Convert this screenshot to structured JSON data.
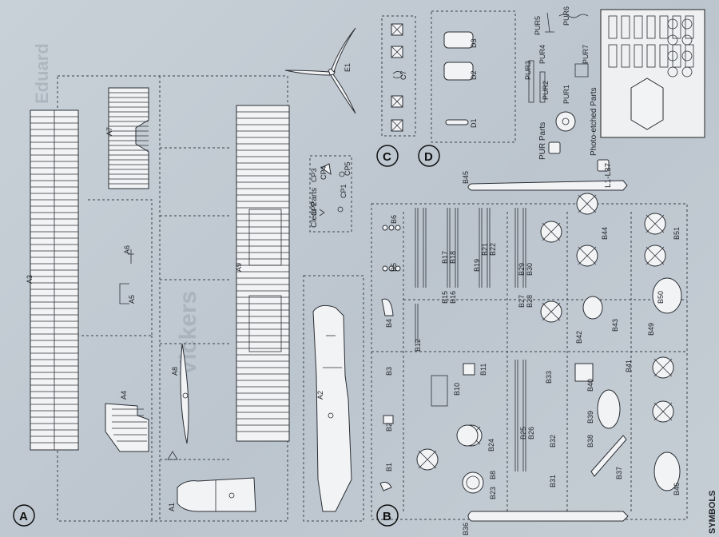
{
  "sprue_letters": {
    "a": "A",
    "b": "B",
    "c": "C",
    "d": "D"
  },
  "clear_parts_title": "Clear Parts",
  "pur_parts_title": "PUR Parts",
  "pe_parts_title": "Photo-etched Parts",
  "pe_code": "L1-L37",
  "symbols_label": "SYMBOLS",
  "labels": {
    "A1": "A1",
    "A2": "A2",
    "A3": "A3",
    "A4": "A4",
    "A5": "A5",
    "A6": "A6",
    "A7": "A7",
    "A8": "A8",
    "A9": "A9",
    "E1": "E1",
    "C7": "C7",
    "D1": "D1",
    "D2": "D2",
    "D3": "D3",
    "CP1": "CP1",
    "CP2": "CP2",
    "CP3": "CP3",
    "CP4": "CP4",
    "CP5": "CP5",
    "B1": "B1",
    "B2": "B2",
    "B3": "B3",
    "B4": "B4",
    "B5": "B5",
    "B6": "B6",
    "B8": "B8",
    "B10": "B10",
    "B11": "B11",
    "B12": "B12",
    "B15": "B15",
    "B16": "B16",
    "B17": "B17",
    "B18": "B18",
    "B19": "B19",
    "B21": "B21",
    "B22": "B22",
    "B23": "B23",
    "B24": "B24",
    "B25": "B25",
    "B26": "B26",
    "B27": "B27",
    "B28": "B28",
    "B29": "B29",
    "B30": "B30",
    "B31": "B31",
    "B32": "B32",
    "B33": "B33",
    "B36": "B36",
    "B37": "B37",
    "B38": "B38",
    "B39": "B39",
    "B40": "B40",
    "B41": "B41",
    "B42": "B42",
    "B43": "B43",
    "B44": "B44",
    "B45": "B45",
    "B46": "B46",
    "B49": "B49",
    "B50": "B50",
    "B51": "B51",
    "PUR1": "PUR1",
    "PUR2": "PUR2",
    "PUR3": "PUR3",
    "PUR4": "PUR4",
    "PUR5": "PUR5",
    "PUR6": "PUR6",
    "PUR7": "PUR7"
  }
}
